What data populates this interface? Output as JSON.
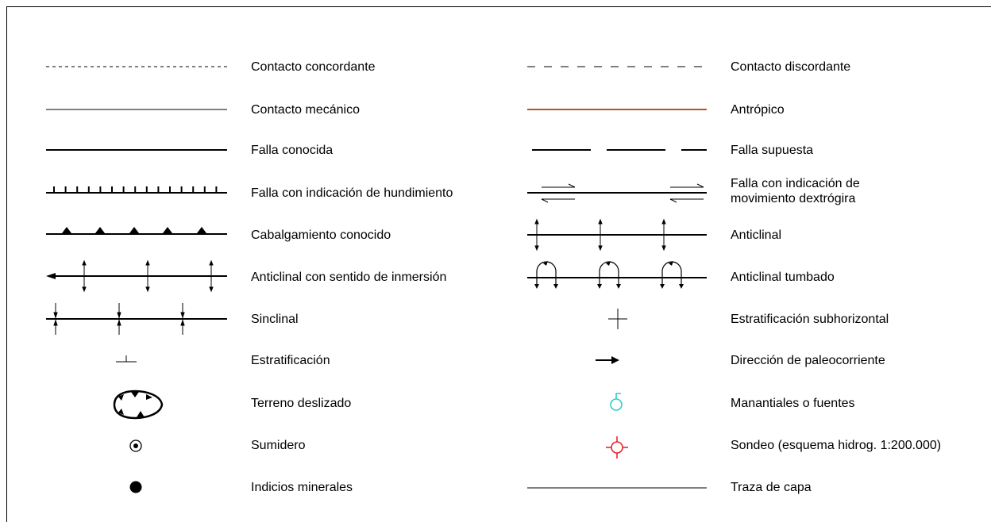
{
  "legend": {
    "left": [
      {
        "label": "Contacto concordante",
        "symbol": "dashed-fine-line"
      },
      {
        "label": "Contacto mecánico",
        "symbol": "thin-line"
      },
      {
        "label": "Falla conocida",
        "symbol": "thick-line"
      },
      {
        "label": "Falla con indicación de hundimiento",
        "symbol": "ticked-fault-line"
      },
      {
        "label": "Cabalgamiento conocido",
        "symbol": "thrust-triangles-line"
      },
      {
        "label": "Anticlinal con sentido de inmersión",
        "symbol": "plunging-anticline-line"
      },
      {
        "label": "Sinclinal",
        "symbol": "syncline-line"
      },
      {
        "label": "Estratificación",
        "symbol": "bedding-tick"
      },
      {
        "label": "Terreno deslizado",
        "symbol": "landslide-outline"
      },
      {
        "label": "Sumidero",
        "symbol": "sinkhole-dot-circle"
      },
      {
        "label": "Indicios minerales",
        "symbol": "mineral-dot"
      }
    ],
    "right": [
      {
        "label": "Contacto discordante",
        "symbol": "dashed-wide-line"
      },
      {
        "label": "Antrópico",
        "symbol": "anthropic-line",
        "color": "#b5532a"
      },
      {
        "label": "Falla supuesta",
        "symbol": "long-dash-line"
      },
      {
        "label": "Falla con indicación de movimiento dextrógira",
        "symbol": "dextral-fault-line"
      },
      {
        "label": "Anticlinal",
        "symbol": "anticline-line"
      },
      {
        "label": "Anticlinal tumbado",
        "symbol": "overturned-anticline-line"
      },
      {
        "label": "Estratificación subhorizontal",
        "symbol": "subhorizontal-cross"
      },
      {
        "label": "Dirección de paleocorriente",
        "symbol": "paleocurrent-arrow"
      },
      {
        "label": "Manantiales o fuentes",
        "symbol": "spring-icon",
        "color": "#33cccc"
      },
      {
        "label": "Sondeo (esquema hidrog. 1:200.000)",
        "symbol": "borehole-icon",
        "color": "#e8262a"
      },
      {
        "label": "Traza de capa",
        "symbol": "bed-trace-line"
      }
    ]
  }
}
